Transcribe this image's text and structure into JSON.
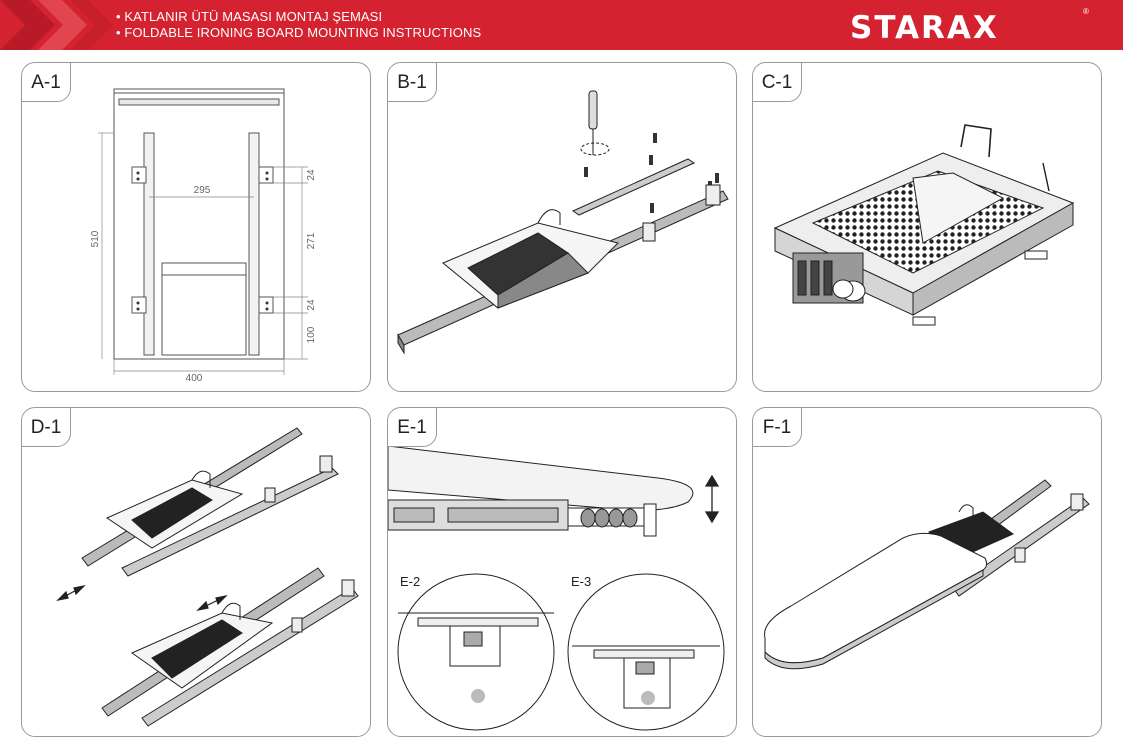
{
  "header": {
    "line_tr": "• KATLANIR ÜTÜ MASASI MONTAJ ŞEMASI",
    "line_en": "• FOLDABLE IRONING BOARD MOUNTING INSTRUCTIONS",
    "brand": "STARAX",
    "registered": "®",
    "brand_color": "#d42230"
  },
  "panels": {
    "a": {
      "label": "A-1",
      "dims": {
        "width": "400",
        "height": "510",
        "spacing": "295",
        "top_offset": "24",
        "middle": "271",
        "bottom_offset": "24",
        "base": "100"
      }
    },
    "b": {
      "label": "B-1"
    },
    "c": {
      "label": "C-1"
    },
    "d": {
      "label": "D-1"
    },
    "e": {
      "label": "E-1",
      "detail_left": "E-2",
      "detail_right": "E-3"
    },
    "f": {
      "label": "F-1"
    }
  }
}
